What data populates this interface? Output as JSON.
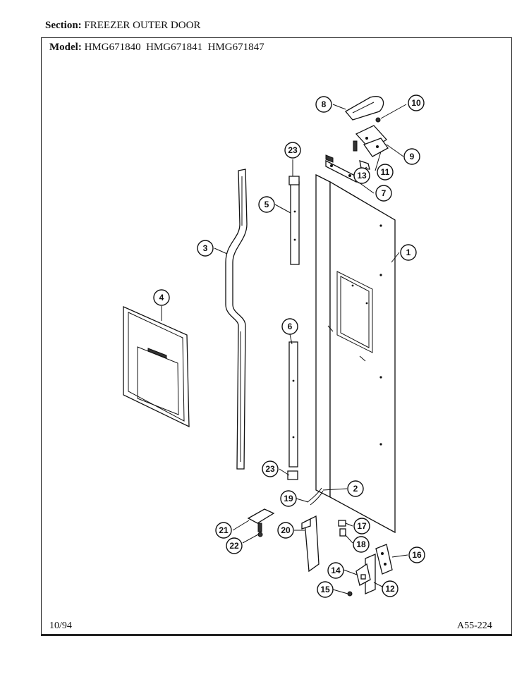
{
  "header": {
    "section_label": "Section:",
    "section_value": "FREEZER OUTER DOOR",
    "model_label": "Model:",
    "model_values": "HMG671840  HMG671841  HMG671847"
  },
  "footer": {
    "date": "10/94",
    "code": "A55-224"
  },
  "callouts": [
    "1",
    "2",
    "3",
    "4",
    "5",
    "6",
    "7",
    "8",
    "9",
    "10",
    "11",
    "12",
    "13",
    "14",
    "15",
    "16",
    "17",
    "18",
    "19",
    "20",
    "21",
    "22",
    "23",
    "23"
  ]
}
